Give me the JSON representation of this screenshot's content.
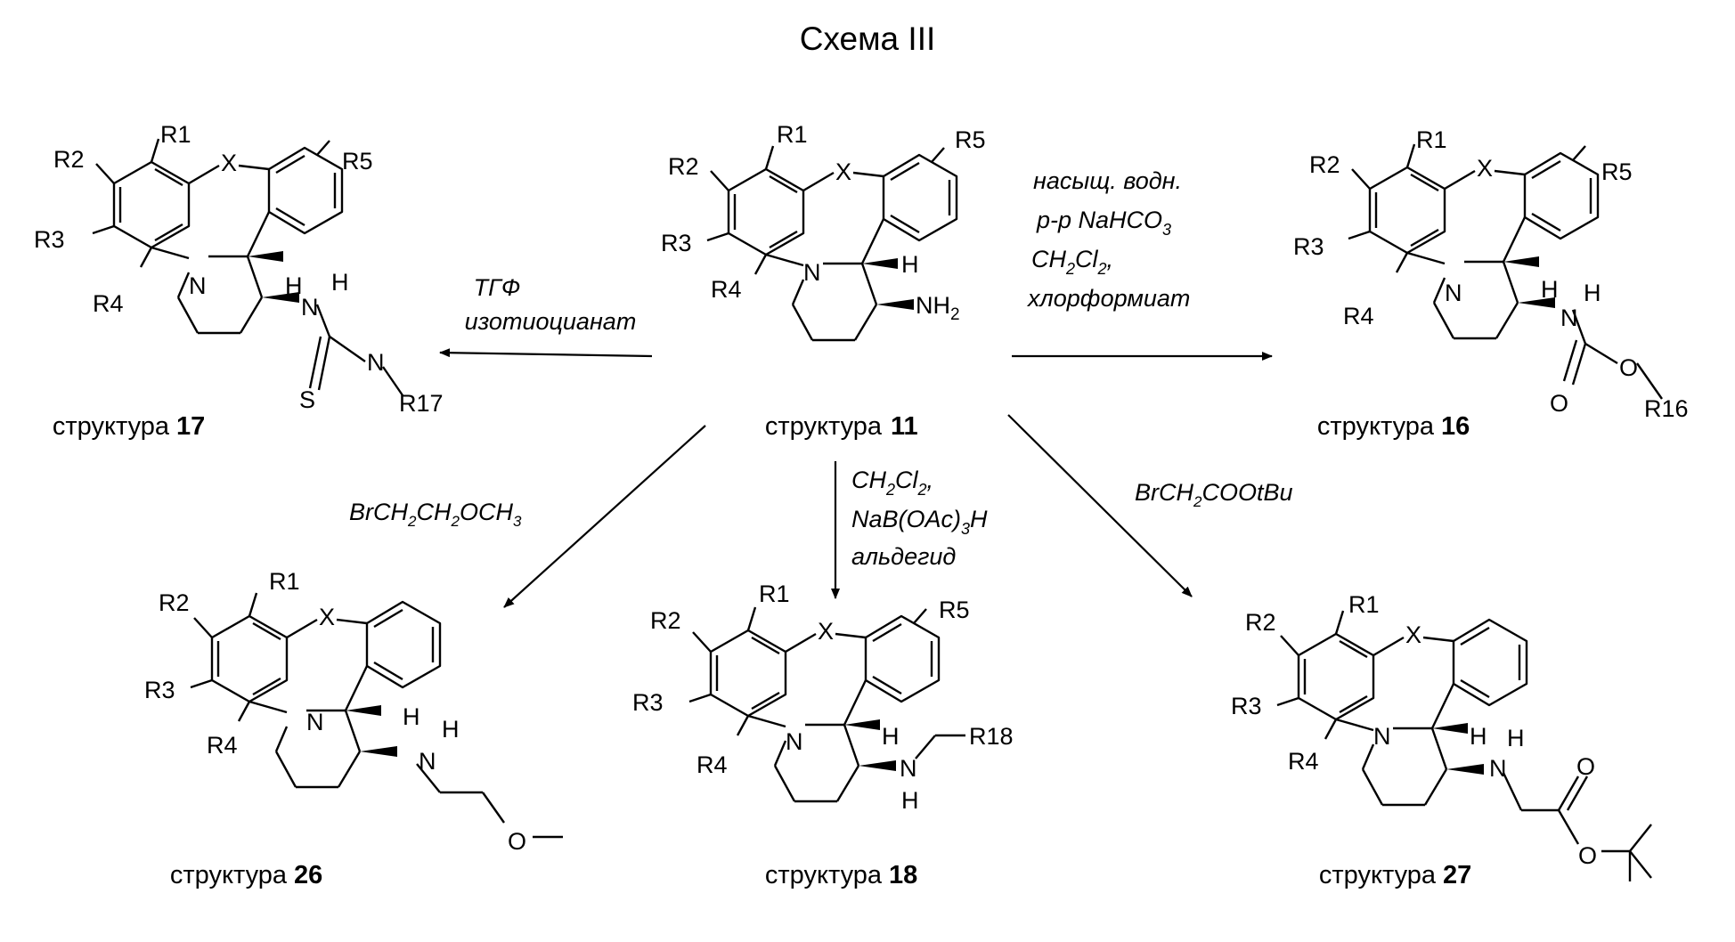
{
  "title": "Схема III",
  "structures": [
    {
      "id": "s11",
      "caption_text": "структура",
      "caption_num": "11",
      "subst": {
        "R1": "R1",
        "R2": "R2",
        "R3": "R3",
        "R4": "R4",
        "R5": "R5"
      },
      "x": "X",
      "n": "N",
      "h": "H",
      "nh2": "NH",
      "nh2_sub": "2"
    },
    {
      "id": "s17",
      "caption_text": "структура",
      "caption_num": "17",
      "subst": {
        "R1": "R1",
        "R2": "R2",
        "R3": "R3",
        "R4": "R4",
        "R5": "R5"
      },
      "x": "X",
      "n": "N",
      "h": "H",
      "nh": "N",
      "nh_h": "H",
      "s": "S",
      "n2": "N",
      "r": "R17"
    },
    {
      "id": "s16",
      "caption_text": "структура",
      "caption_num": "16",
      "subst": {
        "R1": "R1",
        "R2": "R2",
        "R3": "R3",
        "R4": "R4",
        "R5": "R5"
      },
      "x": "X",
      "n": "N",
      "h": "H",
      "nh": "N",
      "nh_h": "H",
      "o1": "O",
      "o2": "O",
      "r": "R16"
    },
    {
      "id": "s26",
      "caption_text": "структура",
      "caption_num": "26",
      "subst": {
        "R1": "R1",
        "R2": "R2",
        "R3": "R3",
        "R4": "R4"
      },
      "x": "X",
      "n": "N",
      "h": "H",
      "nh": "N",
      "nh_h": "H",
      "o": "O"
    },
    {
      "id": "s18",
      "caption_text": "структура",
      "caption_num": "18",
      "subst": {
        "R1": "R1",
        "R2": "R2",
        "R3": "R3",
        "R4": "R4",
        "R5": "R5"
      },
      "x": "X",
      "n": "N",
      "h": "H",
      "nh": "N",
      "nh_h": "H",
      "r": "R18"
    },
    {
      "id": "s27",
      "caption_text": "структура",
      "caption_num": "27",
      "subst": {
        "R1": "R1",
        "R2": "R2",
        "R3": "R3",
        "R4": "R4"
      },
      "x": "X",
      "n": "N",
      "h": "H",
      "nh": "N",
      "nh_h": "H",
      "o1": "O",
      "o2": "O"
    }
  ],
  "conditions": {
    "to17": [
      "ТГФ",
      "изотиоцианат"
    ],
    "to16": {
      "line1": "насыщ. водн.",
      "line2_a": "р-р NaHCO",
      "line2_sub": "3",
      "line3_a": "CH",
      "line3_sub1": "2",
      "line3_b": "Cl",
      "line3_sub2": "2",
      "line3_c": ",",
      "line4": "хлорформиат"
    },
    "to26": {
      "a": "BrCH",
      "s1": "2",
      "b": "CH",
      "s2": "2",
      "c": "OCH",
      "s3": "3"
    },
    "to18": {
      "l1_a": "CH",
      "l1_s1": "2",
      "l1_b": "Cl",
      "l1_s2": "2",
      "l1_c": ",",
      "l2_a": "NaB(OAc)",
      "l2_s": "3",
      "l2_b": "H",
      "l3": "альдегид"
    },
    "to27": {
      "a": "BrCH",
      "s1": "2",
      "b": "COOtBu"
    }
  }
}
